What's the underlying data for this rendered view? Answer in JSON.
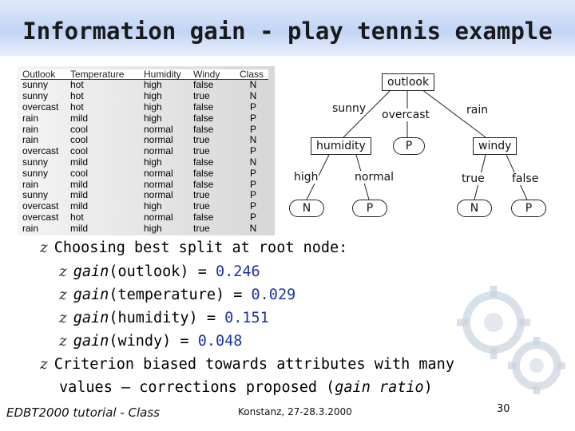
{
  "title": "Information gain - play tennis example",
  "table": {
    "headers": [
      "Outlook",
      "Temperature",
      "Humidity",
      "Windy",
      "Class"
    ],
    "rows": [
      [
        "sunny",
        "hot",
        "high",
        "false",
        "N"
      ],
      [
        "sunny",
        "hot",
        "high",
        "true",
        "N"
      ],
      [
        "overcast",
        "hot",
        "high",
        "false",
        "P"
      ],
      [
        "rain",
        "mild",
        "high",
        "false",
        "P"
      ],
      [
        "rain",
        "cool",
        "normal",
        "false",
        "P"
      ],
      [
        "rain",
        "cool",
        "normal",
        "true",
        "N"
      ],
      [
        "overcast",
        "cool",
        "normal",
        "true",
        "P"
      ],
      [
        "sunny",
        "mild",
        "high",
        "false",
        "N"
      ],
      [
        "sunny",
        "cool",
        "normal",
        "false",
        "P"
      ],
      [
        "rain",
        "mild",
        "normal",
        "false",
        "P"
      ],
      [
        "sunny",
        "mild",
        "normal",
        "true",
        "P"
      ],
      [
        "overcast",
        "mild",
        "high",
        "true",
        "P"
      ],
      [
        "overcast",
        "hot",
        "normal",
        "false",
        "P"
      ],
      [
        "rain",
        "mild",
        "high",
        "true",
        "N"
      ]
    ]
  },
  "tree": {
    "root": "outlook",
    "branch_sunny": "sunny",
    "branch_overcast": "overcast",
    "branch_rain": "rain",
    "node_humidity": "humidity",
    "leaf_overcast": "P",
    "node_windy": "windy",
    "branch_high": "high",
    "branch_normal": "normal",
    "branch_true": "true",
    "branch_false": "false",
    "leaf_high": "N",
    "leaf_normal": "P",
    "leaf_true": "N",
    "leaf_false": "P"
  },
  "bullets": {
    "marker": "z",
    "heading": "Choosing best split at root node:",
    "gains": [
      {
        "fn": "gain",
        "arg": "(outlook) = ",
        "value": "0.246"
      },
      {
        "fn": "gain",
        "arg": "(temperature) = ",
        "value": "0.029"
      },
      {
        "fn": "gain",
        "arg": "(humidity) = ",
        "value": "0.151"
      },
      {
        "fn": "gain",
        "arg": "(windy) = ",
        "value": "0.048"
      }
    ],
    "criterion_line1": "Criterion biased towards attributes with many",
    "criterion_line2_pre": "values – corrections proposed (",
    "criterion_line2_em": "gain ratio",
    "criterion_line2_post": ")"
  },
  "footer": {
    "left": "EDBT2000 tutorial - Class",
    "middle": "Konstanz, 27-28.3.2000",
    "page": "30"
  }
}
